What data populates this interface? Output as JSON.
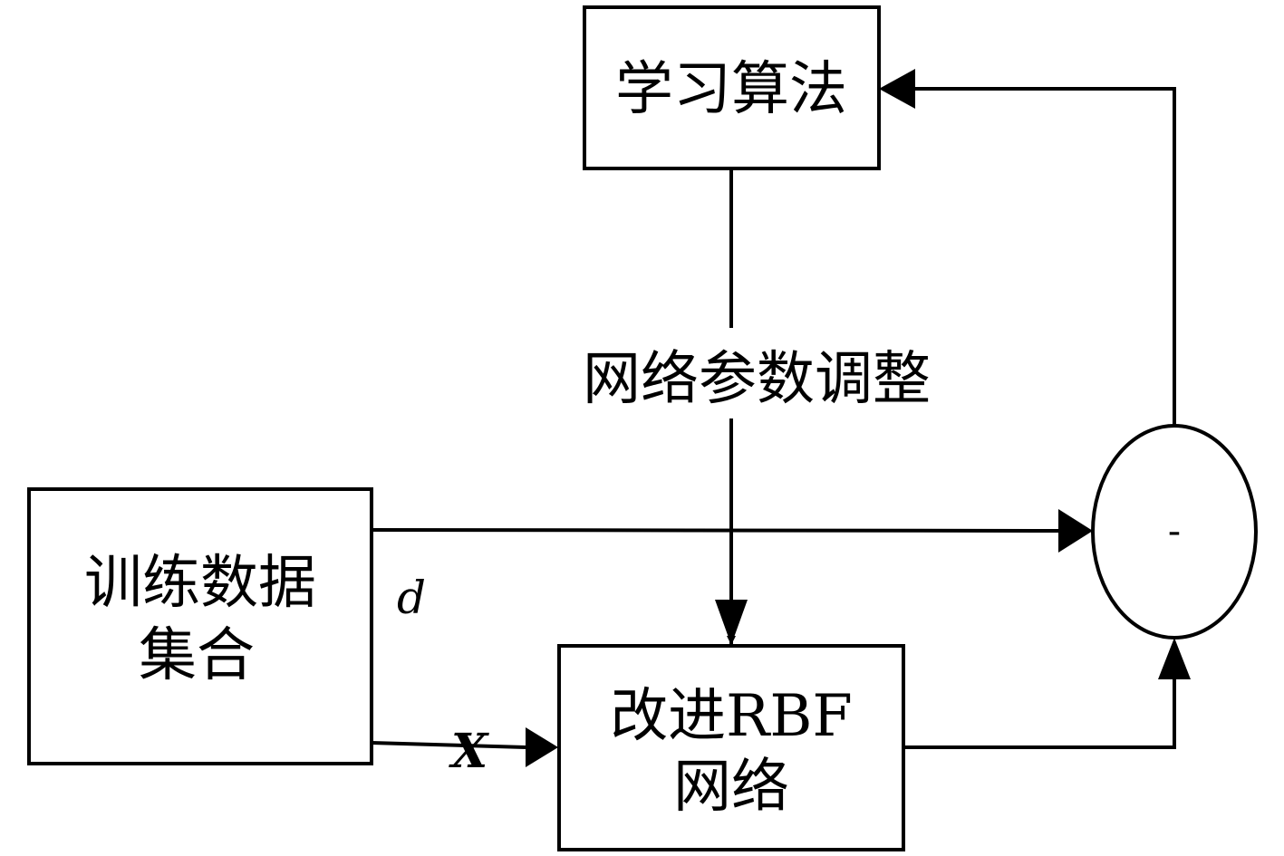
{
  "nodes": {
    "learning_algorithm": {
      "label": "学习算法"
    },
    "training_data": {
      "label_line1": "训练数据",
      "label_line2": "集合"
    },
    "rbf_network": {
      "label_line1": "改进RBF",
      "label_line2": "网络"
    },
    "difference_operator": {
      "label": "-"
    }
  },
  "edges": {
    "param_adjust": {
      "label": "网络参数调整"
    },
    "desired_output": {
      "label": "d"
    },
    "input_vector": {
      "label": "X"
    }
  }
}
